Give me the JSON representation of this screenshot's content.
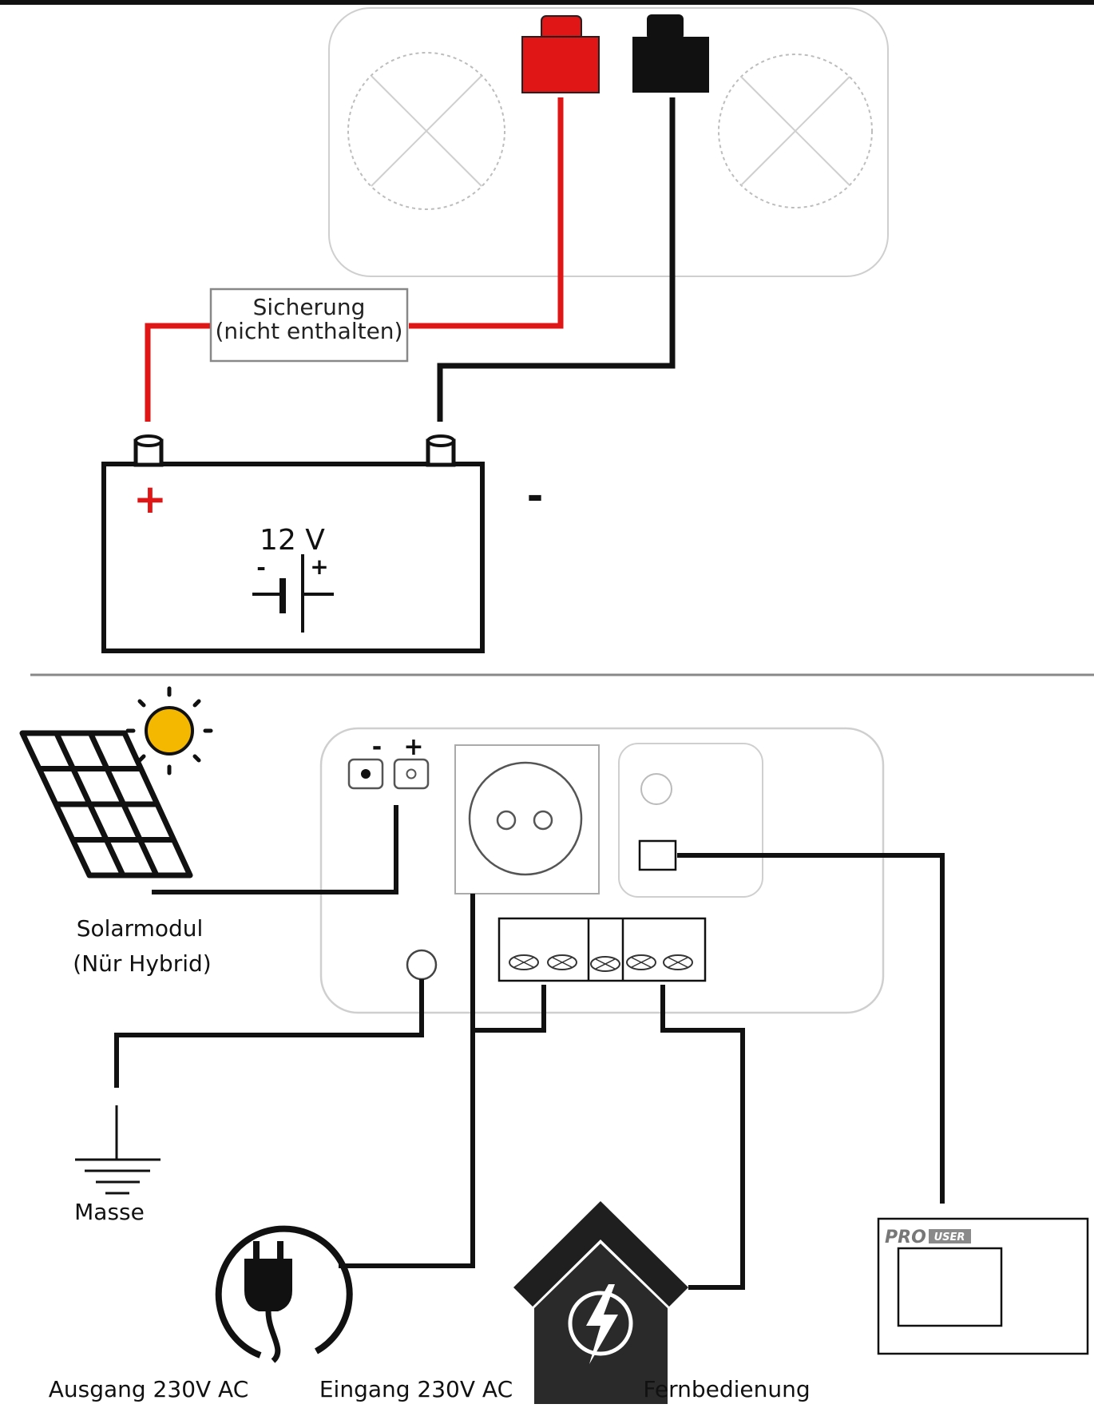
{
  "fuse": {
    "line1": "Sicherung",
    "line2": "(nicht enthalten)"
  },
  "battery": {
    "voltage": "12 V",
    "plus_sign": "+",
    "minus_sign": "-",
    "symbol_minus": "-",
    "symbol_plus": "+"
  },
  "inverter_lower": {
    "dc_minus": "-",
    "dc_plus": "+"
  },
  "labels": {
    "solar_line1": "Solarmodul",
    "solar_line2": "(Nür Hybrid)",
    "ground": "Masse",
    "output": "Ausgang 230V AC",
    "input": "Eingang 230V AC",
    "remote": "Fernbedienung"
  },
  "remote_logo": {
    "pro": "PRO",
    "user": "USER"
  },
  "colors": {
    "positive_wire": "#e01515",
    "negative_wire": "#111111",
    "sun": "#f5b800",
    "outline": "#bbbbbb"
  },
  "icons": [
    "battery-icon",
    "solar-panel-icon",
    "sun-icon",
    "ground-icon",
    "plug-icon",
    "house-power-icon",
    "remote-control-icon"
  ]
}
